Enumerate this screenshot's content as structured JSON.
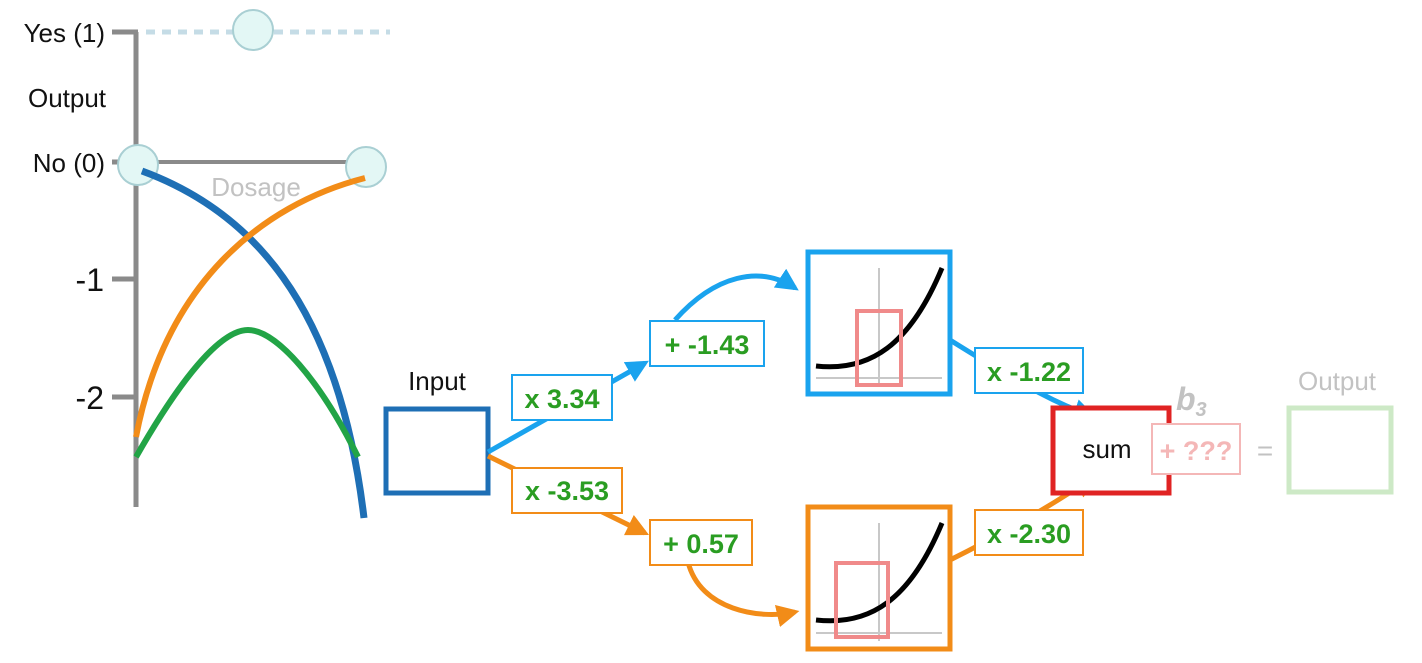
{
  "colors": {
    "blue_node": "#1e6fb5",
    "light_blue": "#1aa3ee",
    "orange": "#f28c18",
    "green_value": "#2a9d22",
    "green_curve": "#22a446",
    "red_sum": "#e02323",
    "pink_box": "#f08a8a",
    "faded_pink": "#f4b7b7",
    "faded_green": "#cde9c6",
    "gray_axis": "#8a8a8a",
    "faded_text": "#c2c2c2",
    "point_fill": "#e3f7f5",
    "point_stroke": "#a9cfd3"
  },
  "left_graph": {
    "tick_yes": "Yes (1)",
    "axis_title": "Output",
    "tick_no": "No (0)",
    "x_label": "Dosage",
    "tick_minus_1": "-1",
    "tick_minus_2": "-2"
  },
  "network": {
    "input_label": "Input",
    "top_weight": "x 3.34",
    "bottom_weight": "x -3.53",
    "top_bias": "+ -1.43",
    "bottom_bias": "+ 0.57",
    "top_out_weight": "x -1.22",
    "bottom_out_weight": "x -2.30",
    "sum_label": "sum",
    "b3_label": "b",
    "b3_sub": "3",
    "b3_value": "+ ???",
    "equals": "=",
    "output_label": "Output"
  }
}
